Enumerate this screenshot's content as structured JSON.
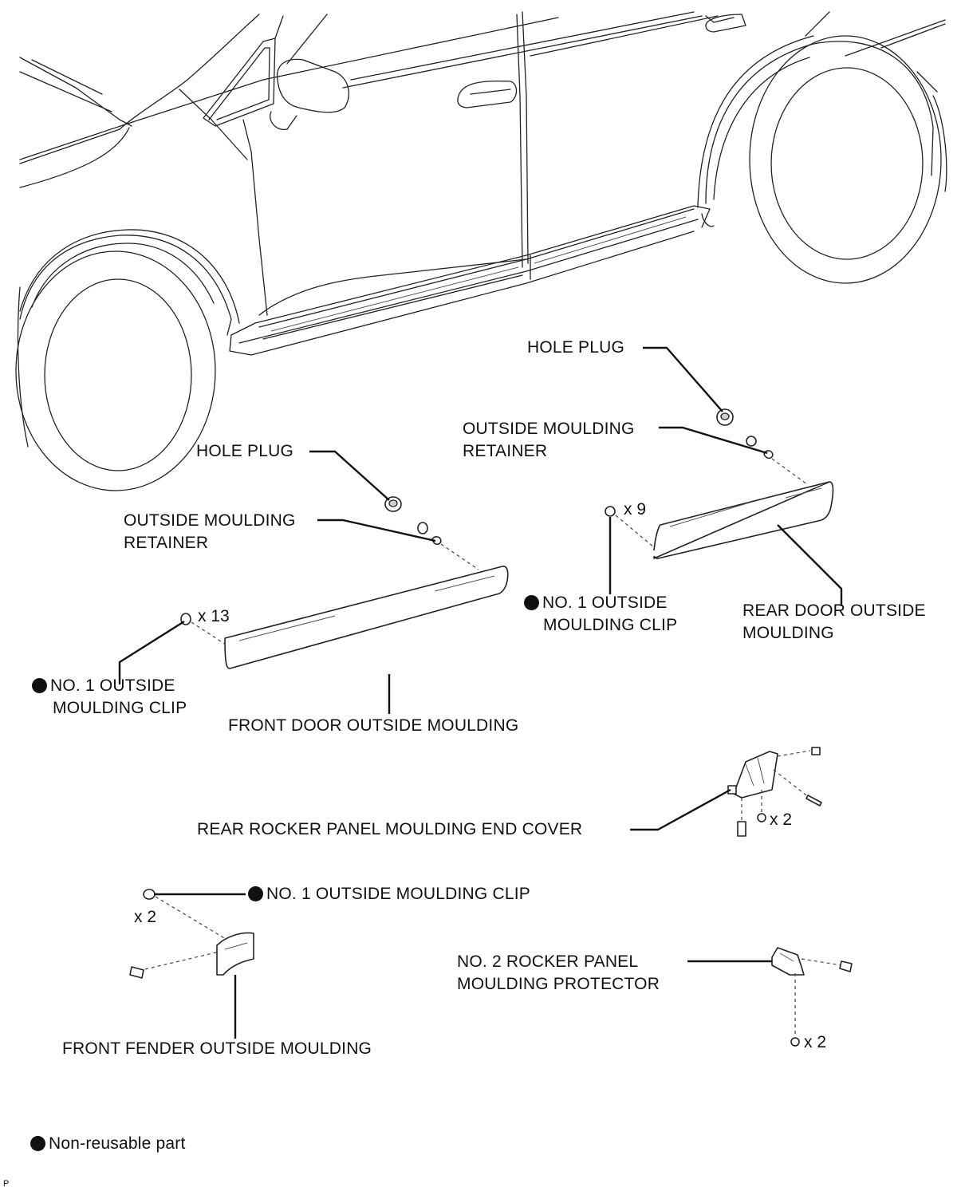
{
  "labels": {
    "hole_plug_front": "HOLE PLUG",
    "retainer_front_1": "OUTSIDE MOULDING",
    "retainer_front_2": "RETAINER",
    "clip_front_1": "NO. 1 OUTSIDE",
    "clip_front_2": "MOULDING CLIP",
    "front_door_moulding": "FRONT DOOR OUTSIDE MOULDING",
    "hole_plug_rear": "HOLE PLUG",
    "retainer_rear_1": "OUTSIDE MOULDING",
    "retainer_rear_2": "RETAINER",
    "clip_rear_1": "NO. 1 OUTSIDE",
    "clip_rear_2": "MOULDING CLIP",
    "rear_door_moulding_1": "REAR DOOR OUTSIDE",
    "rear_door_moulding_2": "MOULDING",
    "rear_end_cover": "REAR ROCKER PANEL MOULDING END COVER",
    "clip_fender": "NO. 1 OUTSIDE MOULDING CLIP",
    "front_fender_moulding": "FRONT FENDER OUTSIDE MOULDING",
    "protector_1": "NO. 2 ROCKER PANEL",
    "protector_2": "MOULDING PROTECTOR"
  },
  "quantities": {
    "front_clips": "x 13",
    "rear_clips": "x 9",
    "end_cover_clips": "x 2",
    "fender_clips": "x 2",
    "protector_clips": "x 2"
  },
  "legend": {
    "non_reusable": "Non-reusable part"
  },
  "figure_code": "P"
}
